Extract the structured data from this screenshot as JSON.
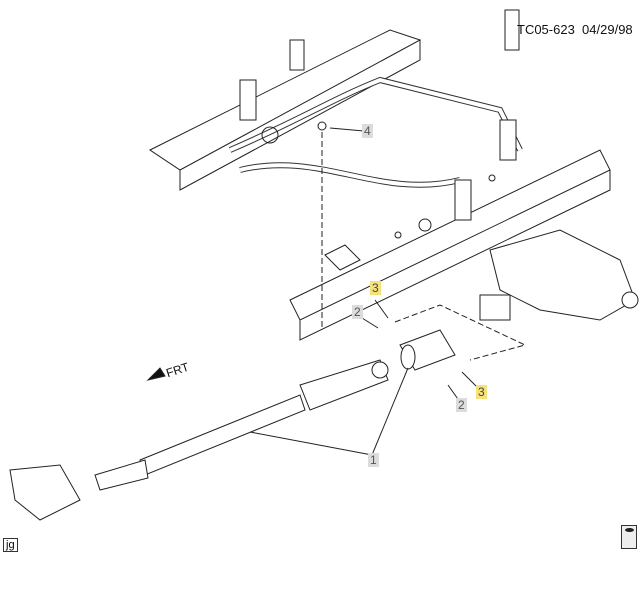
{
  "header": {
    "code": "TC05-623",
    "date": "04/29/98"
  },
  "direction_label": "FRT",
  "callouts": {
    "c1": "1",
    "c2a": "2",
    "c2b": "2",
    "c3a": "3",
    "c3b": "3",
    "c4": "4"
  },
  "footer": {
    "artist_initials": "jg",
    "icon": "manual-book-icon"
  },
  "colors": {
    "highlight": "#f5e27a",
    "callout_bg": "#dcdcdc"
  }
}
